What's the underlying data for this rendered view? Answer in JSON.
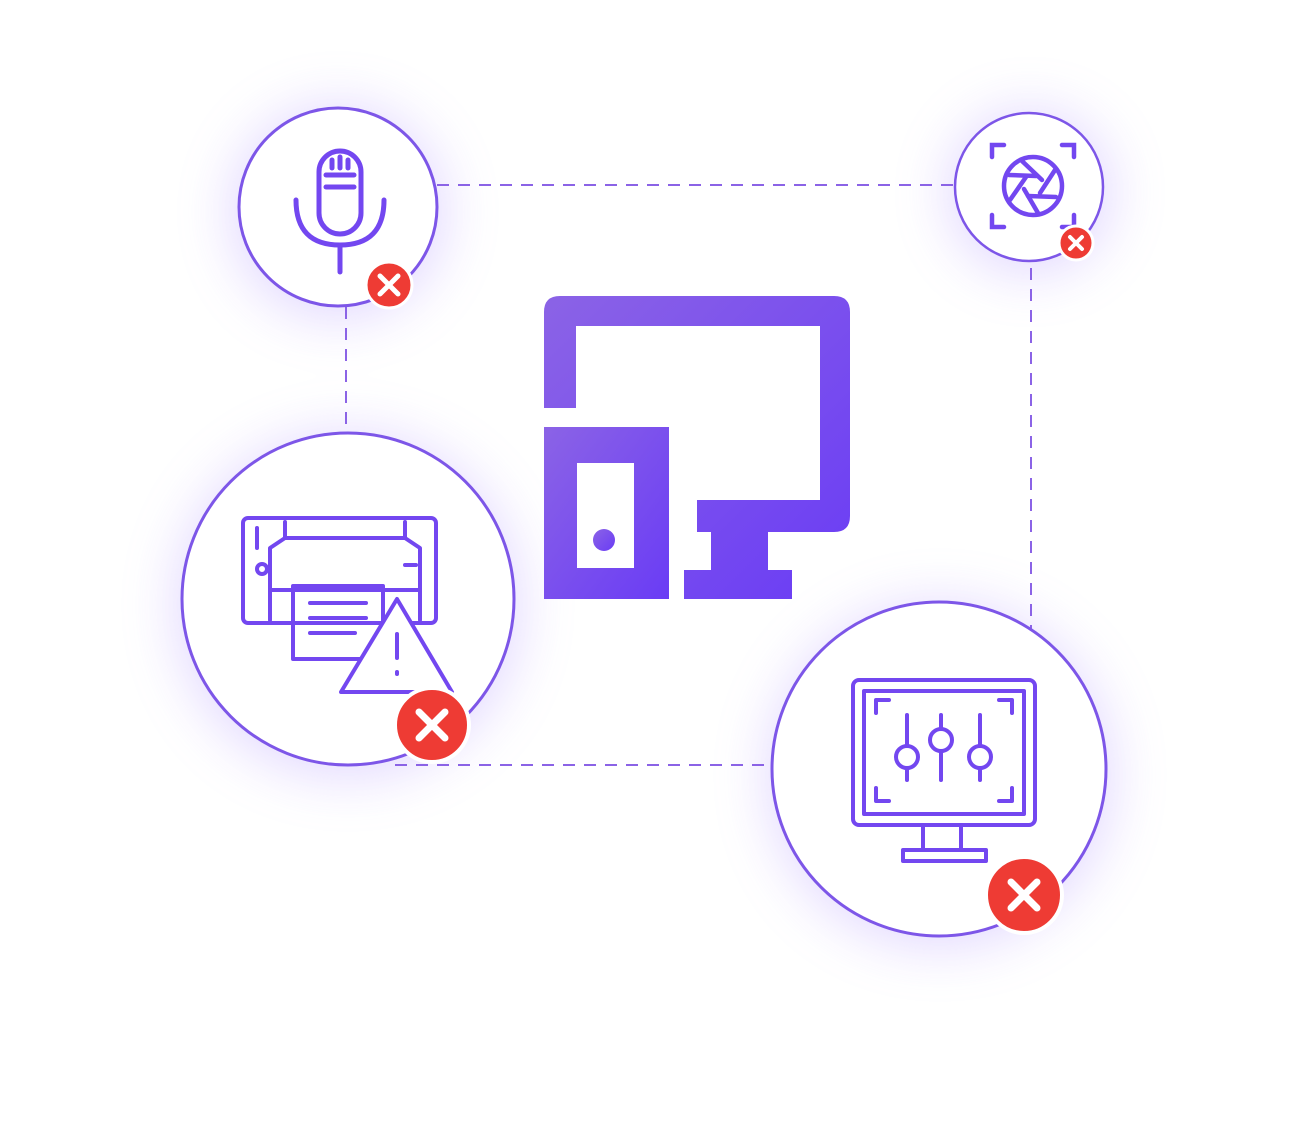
{
  "colors": {
    "accent": "#7347F0",
    "accent_light": "#8B63E6",
    "error": "#EE3B34",
    "background": "#FFFFFF",
    "glow": "#A98BFF"
  },
  "center_icon": {
    "icon": "desktop-computer-tower-icon"
  },
  "devices": [
    {
      "icon": "microphone-icon",
      "status": "error",
      "status_icon": "x-icon"
    },
    {
      "icon": "webcam-aperture-icon",
      "status": "error",
      "status_icon": "x-icon"
    },
    {
      "icon": "printer-warning-icon",
      "status": "error",
      "status_icon": "x-icon"
    },
    {
      "icon": "monitor-settings-icon",
      "status": "error",
      "status_icon": "x-icon"
    }
  ],
  "connectors": {
    "style": "dashed"
  }
}
